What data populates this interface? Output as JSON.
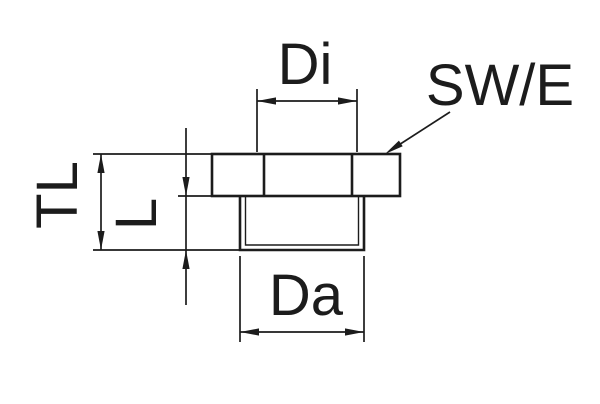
{
  "diagram": {
    "type": "technical-dimension-drawing",
    "subject": "hex-head threaded bushing cross-section",
    "background_color": "#ffffff",
    "line_color": "#1c1c1c",
    "labels": {
      "inner_diameter": "Di",
      "wrench_size": "SW/E",
      "total_length": "TL",
      "thread_length": "L",
      "outer_diameter": "Da"
    }
  }
}
